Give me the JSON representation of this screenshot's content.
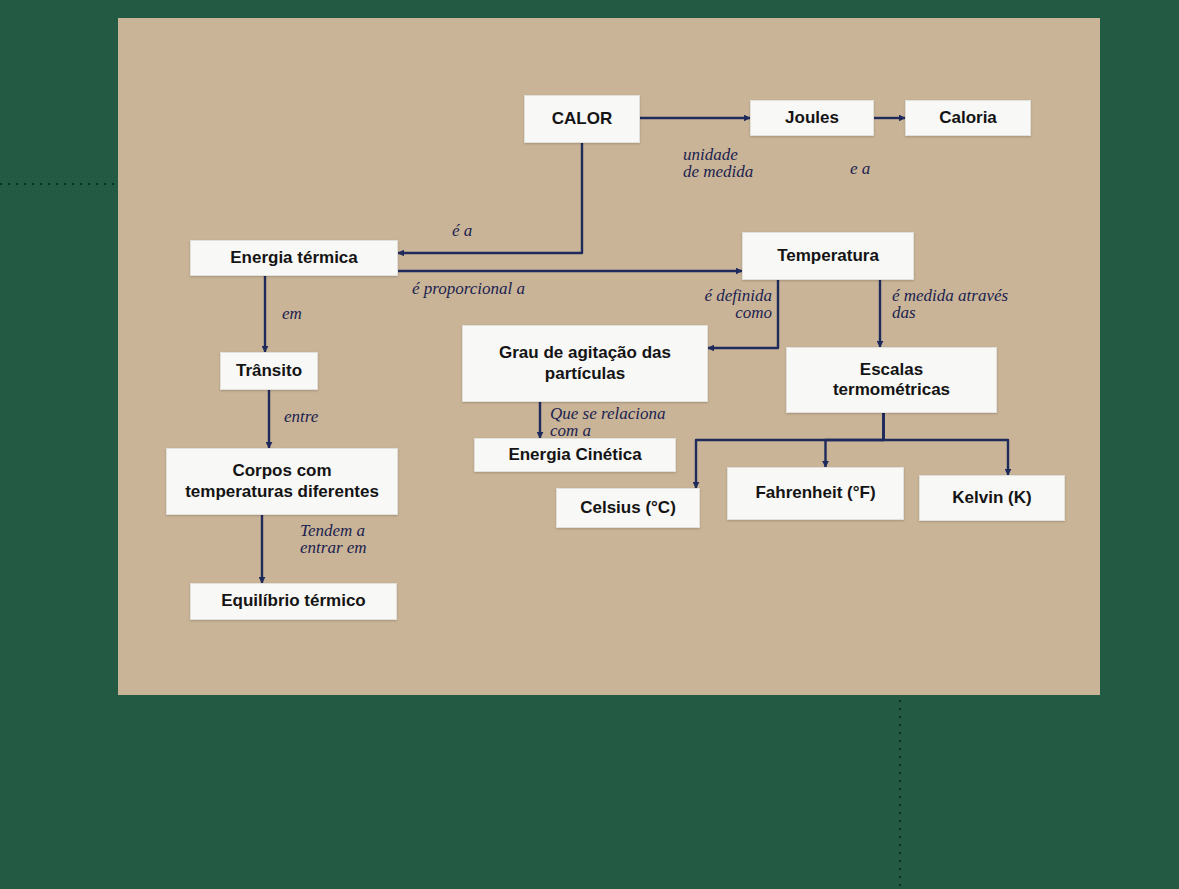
{
  "diagram": {
    "nodes": [
      {
        "text": [
          "CALOR"
        ]
      },
      {
        "text": [
          "Joules"
        ]
      },
      {
        "text": [
          "Caloria"
        ]
      },
      {
        "text": [
          "Energia térmica"
        ]
      },
      {
        "text": [
          "Temperatura"
        ]
      },
      {
        "text": [
          "Trânsito"
        ]
      },
      {
        "text": [
          "Grau de agitação das partículas"
        ]
      },
      {
        "text": [
          "Escalas termométricas"
        ]
      },
      {
        "text": [
          "Energia Cinética"
        ]
      },
      {
        "text": [
          "Corpos com temperaturas diferentes"
        ]
      },
      {
        "text": [
          "Celsius (°C)"
        ]
      },
      {
        "text": [
          "Fahrenheit (°F)"
        ]
      },
      {
        "text": [
          "Kelvin (K)"
        ]
      },
      {
        "text": [
          "Equilíbrio térmico"
        ]
      }
    ],
    "edges": [
      {
        "from": 0,
        "to": 1,
        "label": "unidade de medida",
        "arrow": "to"
      },
      {
        "from": 1,
        "to": 2,
        "label": "e a",
        "arrow": "to"
      },
      {
        "from": 0,
        "to": 3,
        "label": "é a",
        "arrow": "to"
      },
      {
        "from": 3,
        "to": 4,
        "label": "é proporcional a",
        "arrow": "to"
      },
      {
        "from": 4,
        "to": 6,
        "label": "é definida como",
        "arrow": "to"
      },
      {
        "from": 4,
        "to": 7,
        "label": "é medida através das",
        "arrow": "to"
      },
      {
        "from": 6,
        "to": 8,
        "label": "Que se relaciona com a",
        "arrow": "to"
      },
      {
        "from": 3,
        "to": 5,
        "label": "em",
        "arrow": "to"
      },
      {
        "from": 5,
        "to": 9,
        "label": "entre",
        "arrow": "to"
      },
      {
        "from": 9,
        "to": 13,
        "label": "Tendem a entrar em",
        "arrow": "to"
      },
      {
        "from": 7,
        "to": 10,
        "arrow": "to"
      },
      {
        "from": 7,
        "to": 11,
        "arrow": "to"
      },
      {
        "from": 7,
        "to": 12,
        "arrow": "to"
      }
    ]
  }
}
